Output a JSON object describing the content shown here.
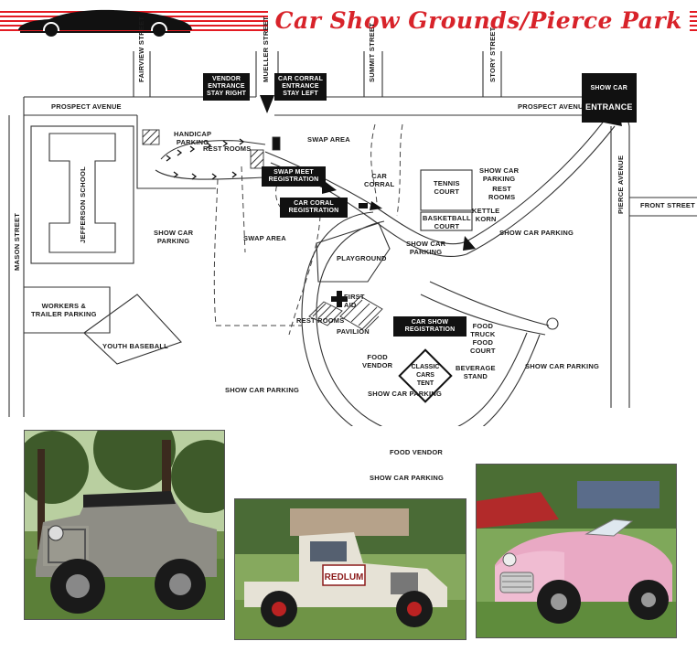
{
  "header": {
    "title": "Car Show Grounds/Pierce Park"
  },
  "streets": {
    "fairview": "FAIRVIEW STREET",
    "mueller": "MUELLER STREET",
    "summit": "SUMMIT STREET",
    "story": "STORY STREET",
    "prospect_left": "PROSPECT AVENUE",
    "prospect_right": "PROSPECT AVENUE",
    "pierce": "PIERCE AVENUE",
    "front": "FRONT STREET",
    "mason": "MASON STREET",
    "jefferson": "JEFFERSON SCHOOL"
  },
  "signs": {
    "vendor_entrance": "VENDOR\nENTRANCE\nSTAY RIGHT",
    "car_corral_entrance": "CAR CORRAL\nENTRANCE\nSTAY LEFT",
    "show_car_entrance_top": "SHOW CAR",
    "show_car_entrance_bottom": "ENTRANCE",
    "swap_meet_registration": "SWAP MEET\nREGISTRATION",
    "car_coral_registration": "CAR CORAL\nREGISTRATION",
    "car_show_registration": "CAR SHOW\nREGISTRATION"
  },
  "labels": {
    "handicap_parking": "HANDICAP\nPARKING",
    "rest_rooms_top": "REST ROOMS",
    "swap_area_top": "SWAP AREA",
    "car_corral": "CAR\nCORRAL",
    "show_car_parking_left": "SHOW CAR\nPARKING",
    "swap_area_mid": "SWAP AREA",
    "playground": "PLAYGROUND",
    "show_car_parking_mid": "SHOW CAR\nPARKING",
    "tennis_court": "TENNIS\nCOURT",
    "basketball_court": "BASKETBALL\nCOURT",
    "show_car_parking_top_right": "SHOW CAR\nPARKING",
    "rest_rooms_right": "REST\nROOMS",
    "kettle_korn": "KETTLE\nKORN",
    "show_car_parking_right": "SHOW CAR PARKING",
    "first_aid": "FIRST\nAID",
    "rest_rooms_mid": "REST ROOMS",
    "pavilion": "PAVILION",
    "workers_trailer_parking": "WORKERS &\nTRAILER PARKING",
    "youth_baseball": "YOUTH BASEBALL",
    "food_truck_court": "FOOD\nTRUCK\nFOOD\nCOURT",
    "food_vendor_mid": "FOOD\nVENDOR",
    "classic_cars_tent": "CLASSIC\nCARS\nTENT",
    "beverage_stand": "BEVERAGE\nSTAND",
    "show_car_parking_far_right": "SHOW CAR PARKING",
    "show_car_parking_lower_left": "SHOW CAR PARKING",
    "show_car_parking_lower_mid": "SHOW CAR PARKING",
    "food_vendor_bottom": "FOOD VENDOR",
    "show_car_parking_bottom": "SHOW CAR PARKING"
  },
  "photos": {
    "photo1_sign": "",
    "photo2_sign": "REDLUM"
  },
  "colors": {
    "accent": "#d8232a",
    "ink": "#111111",
    "road": "#333333",
    "pink_car": "#e9a9c4"
  }
}
